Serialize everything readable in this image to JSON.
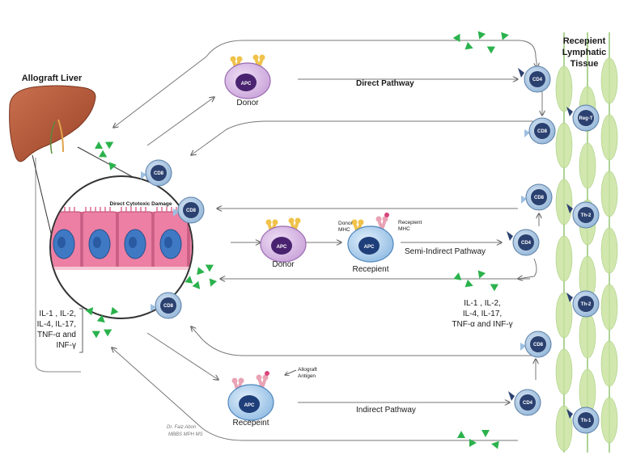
{
  "colors": {
    "accent_green": "#2bb24c",
    "vessel": "#c9e3a0",
    "apc_donor": "#d7b7e2",
    "apc_recipient": "#a9cbea",
    "liver": "#b55a3c",
    "epithelium": "#e57096",
    "tcell_ring": "#2b4170",
    "tcell_core": "#aac6e0"
  },
  "labels": {
    "allograft_liver": "Allograft Liver",
    "tissue_line1": "Recepient",
    "tissue_line2": "Lymphatic",
    "tissue_line3": "Tissue",
    "direct_pathway": "Direct Pathway",
    "semi_indirect_pathway": "Semi-Indirect Pathway",
    "indirect_pathway": "Indirect Pathway",
    "direct_cytotoxic_damage": "Direct Cytotoxic Damage",
    "donor_top": "Donor",
    "donor_mid": "Donor",
    "recepient_mid": "Recepient",
    "recepeint_bottom": "Recepeint",
    "donor_mhc_1": "Donor",
    "donor_mhc_2": "MHC",
    "recepient_mhc_1": "Recepient",
    "recepient_mhc_2": "MHC",
    "allograft_antigen_1": "Allograft",
    "allograft_antigen_2": "Antigen",
    "cytokines_left": [
      "IL-1 , IL-2,",
      "IL-4, IL-17,",
      "TNF-α and",
      "INF-γ"
    ],
    "cytokines_right": [
      "IL-1 , IL-2,",
      "IL-4, IL-17,",
      "TNF-α and INF-γ"
    ],
    "signature_1": "Dr. Faiz Abon",
    "signature_2": "MBBS MPH MS"
  },
  "apc_label": "APC",
  "cells": {
    "cd8": "CD8",
    "cd4": "CD4",
    "reg_t": "Reg-T",
    "th_2": "Th-2",
    "th_1": "Th-1"
  }
}
